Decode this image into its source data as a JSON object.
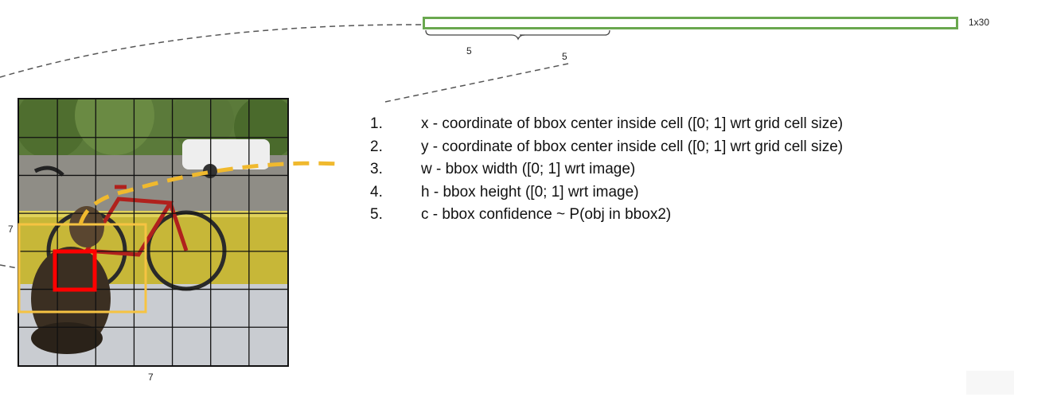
{
  "vector": {
    "size_label": "1x30",
    "group_counts": [
      "5",
      "5"
    ],
    "border_color": "#6aa84f"
  },
  "grid": {
    "rows_label": "7",
    "cols_label": "7",
    "cells": 7
  },
  "highlights": {
    "object_box_color": "#f6c342",
    "cell_box_color": "#ff0000",
    "callout_color": "#f0b92e",
    "connector_color": "#555555"
  },
  "fields": [
    {
      "index": "1.",
      "text": "x - coordinate of bbox center inside cell ([0; 1] wrt grid cell size)"
    },
    {
      "index": "2.",
      "text": "y - coordinate of bbox center inside cell ([0; 1] wrt grid cell size)"
    },
    {
      "index": "3.",
      "text": "w - bbox width ([0; 1] wrt image)"
    },
    {
      "index": "4.",
      "text": "h - bbox height ([0; 1] wrt image)"
    },
    {
      "index": "5.",
      "text": "c - bbox confidence ~ P(obj in bbox2)"
    }
  ]
}
